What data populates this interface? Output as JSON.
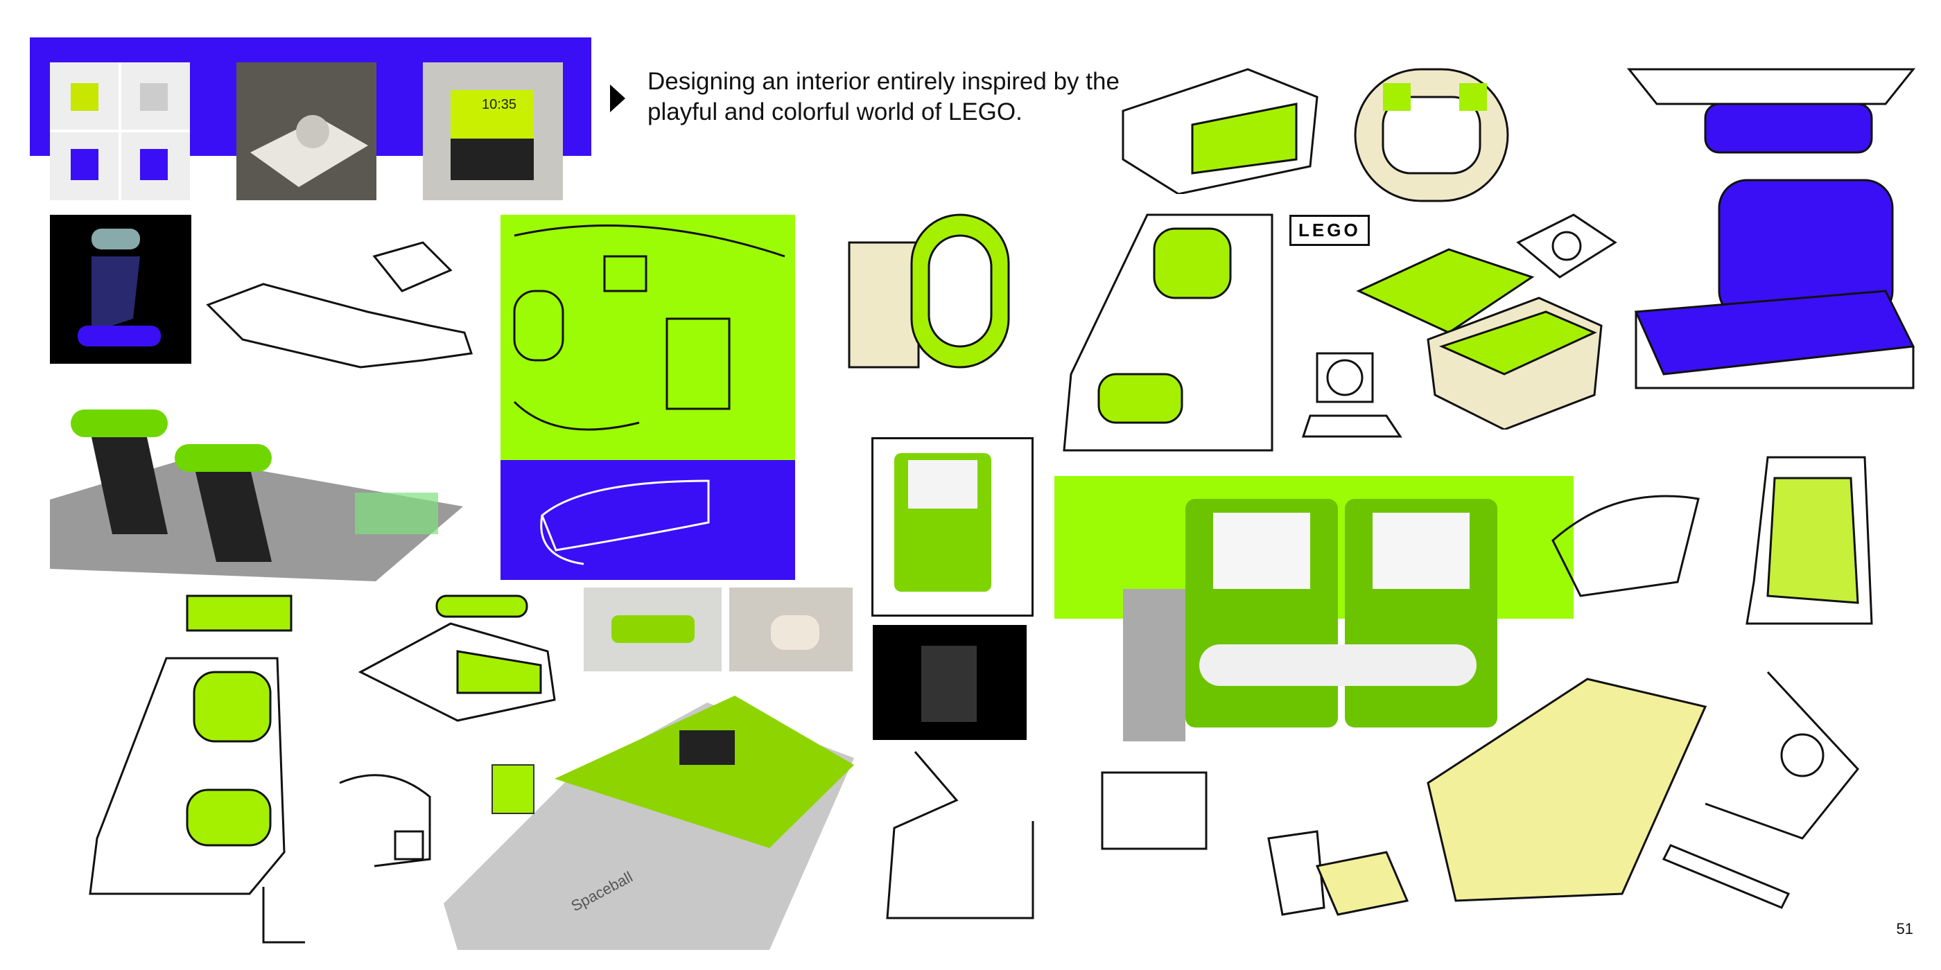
{
  "intro": {
    "text": "Designing an interior entirely inspired by the playful and colorful world of LEGO."
  },
  "page_number": "51",
  "device_screen": {
    "time": "10:35"
  },
  "labels": {
    "lego_sign": "LEGO",
    "spaceball": "Spaceball"
  },
  "colors": {
    "accent_blue": "#3a0ff5",
    "accent_lime": "#9cfc05"
  }
}
